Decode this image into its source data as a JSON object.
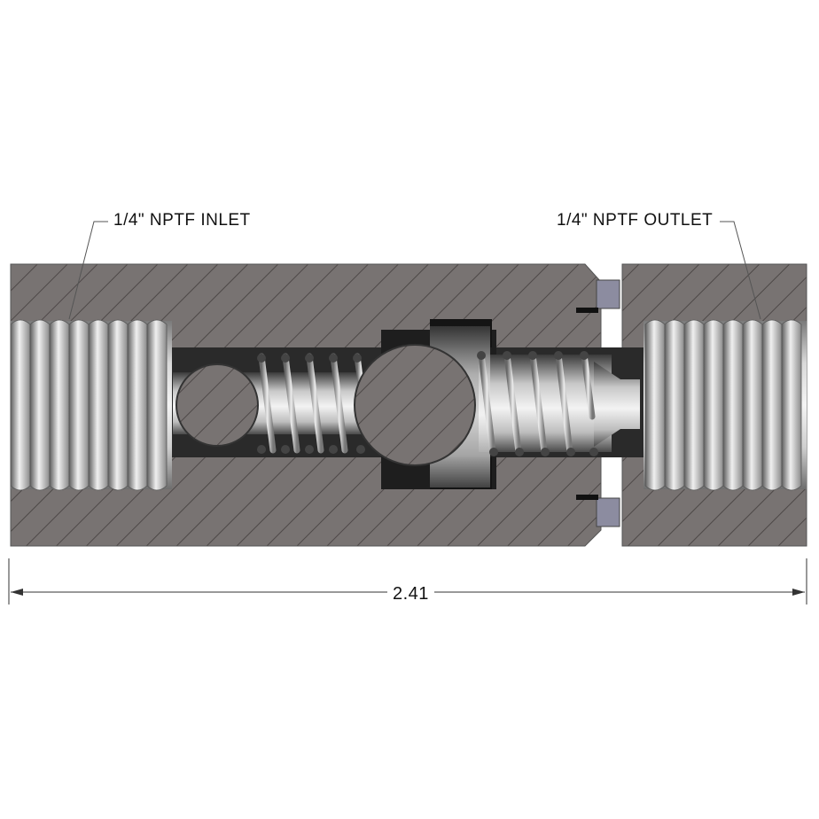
{
  "labels": {
    "inlet": "1/4\" NPTF INLET",
    "outlet": "1/4\" NPTF OUTLET",
    "overall_length": "2.41"
  },
  "colors": {
    "body_section": "#767170",
    "hatch": "#4f4a49",
    "thread_light": "#e6e6e6",
    "thread_dark": "#6c6c6c",
    "ball": "#737070",
    "seal": "#8c8ca0",
    "dimension_line": "#333333"
  },
  "parts": {
    "left_body": "left-body-section",
    "right_body": "right-body-section",
    "inlet_threads": "inlet-threads",
    "outlet_threads": "outlet-threads",
    "check_balls": 2,
    "springs": 2,
    "seal_rings": 2
  }
}
